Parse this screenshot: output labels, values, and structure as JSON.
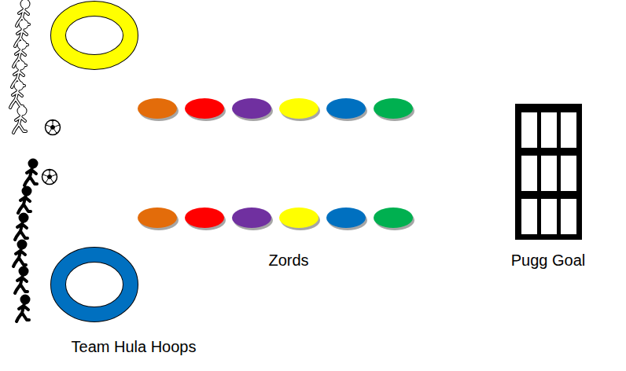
{
  "diagram": {
    "labels": [
      "Zords",
      "Pugg Goal",
      "Team Hula Hoops"
    ]
  }
}
